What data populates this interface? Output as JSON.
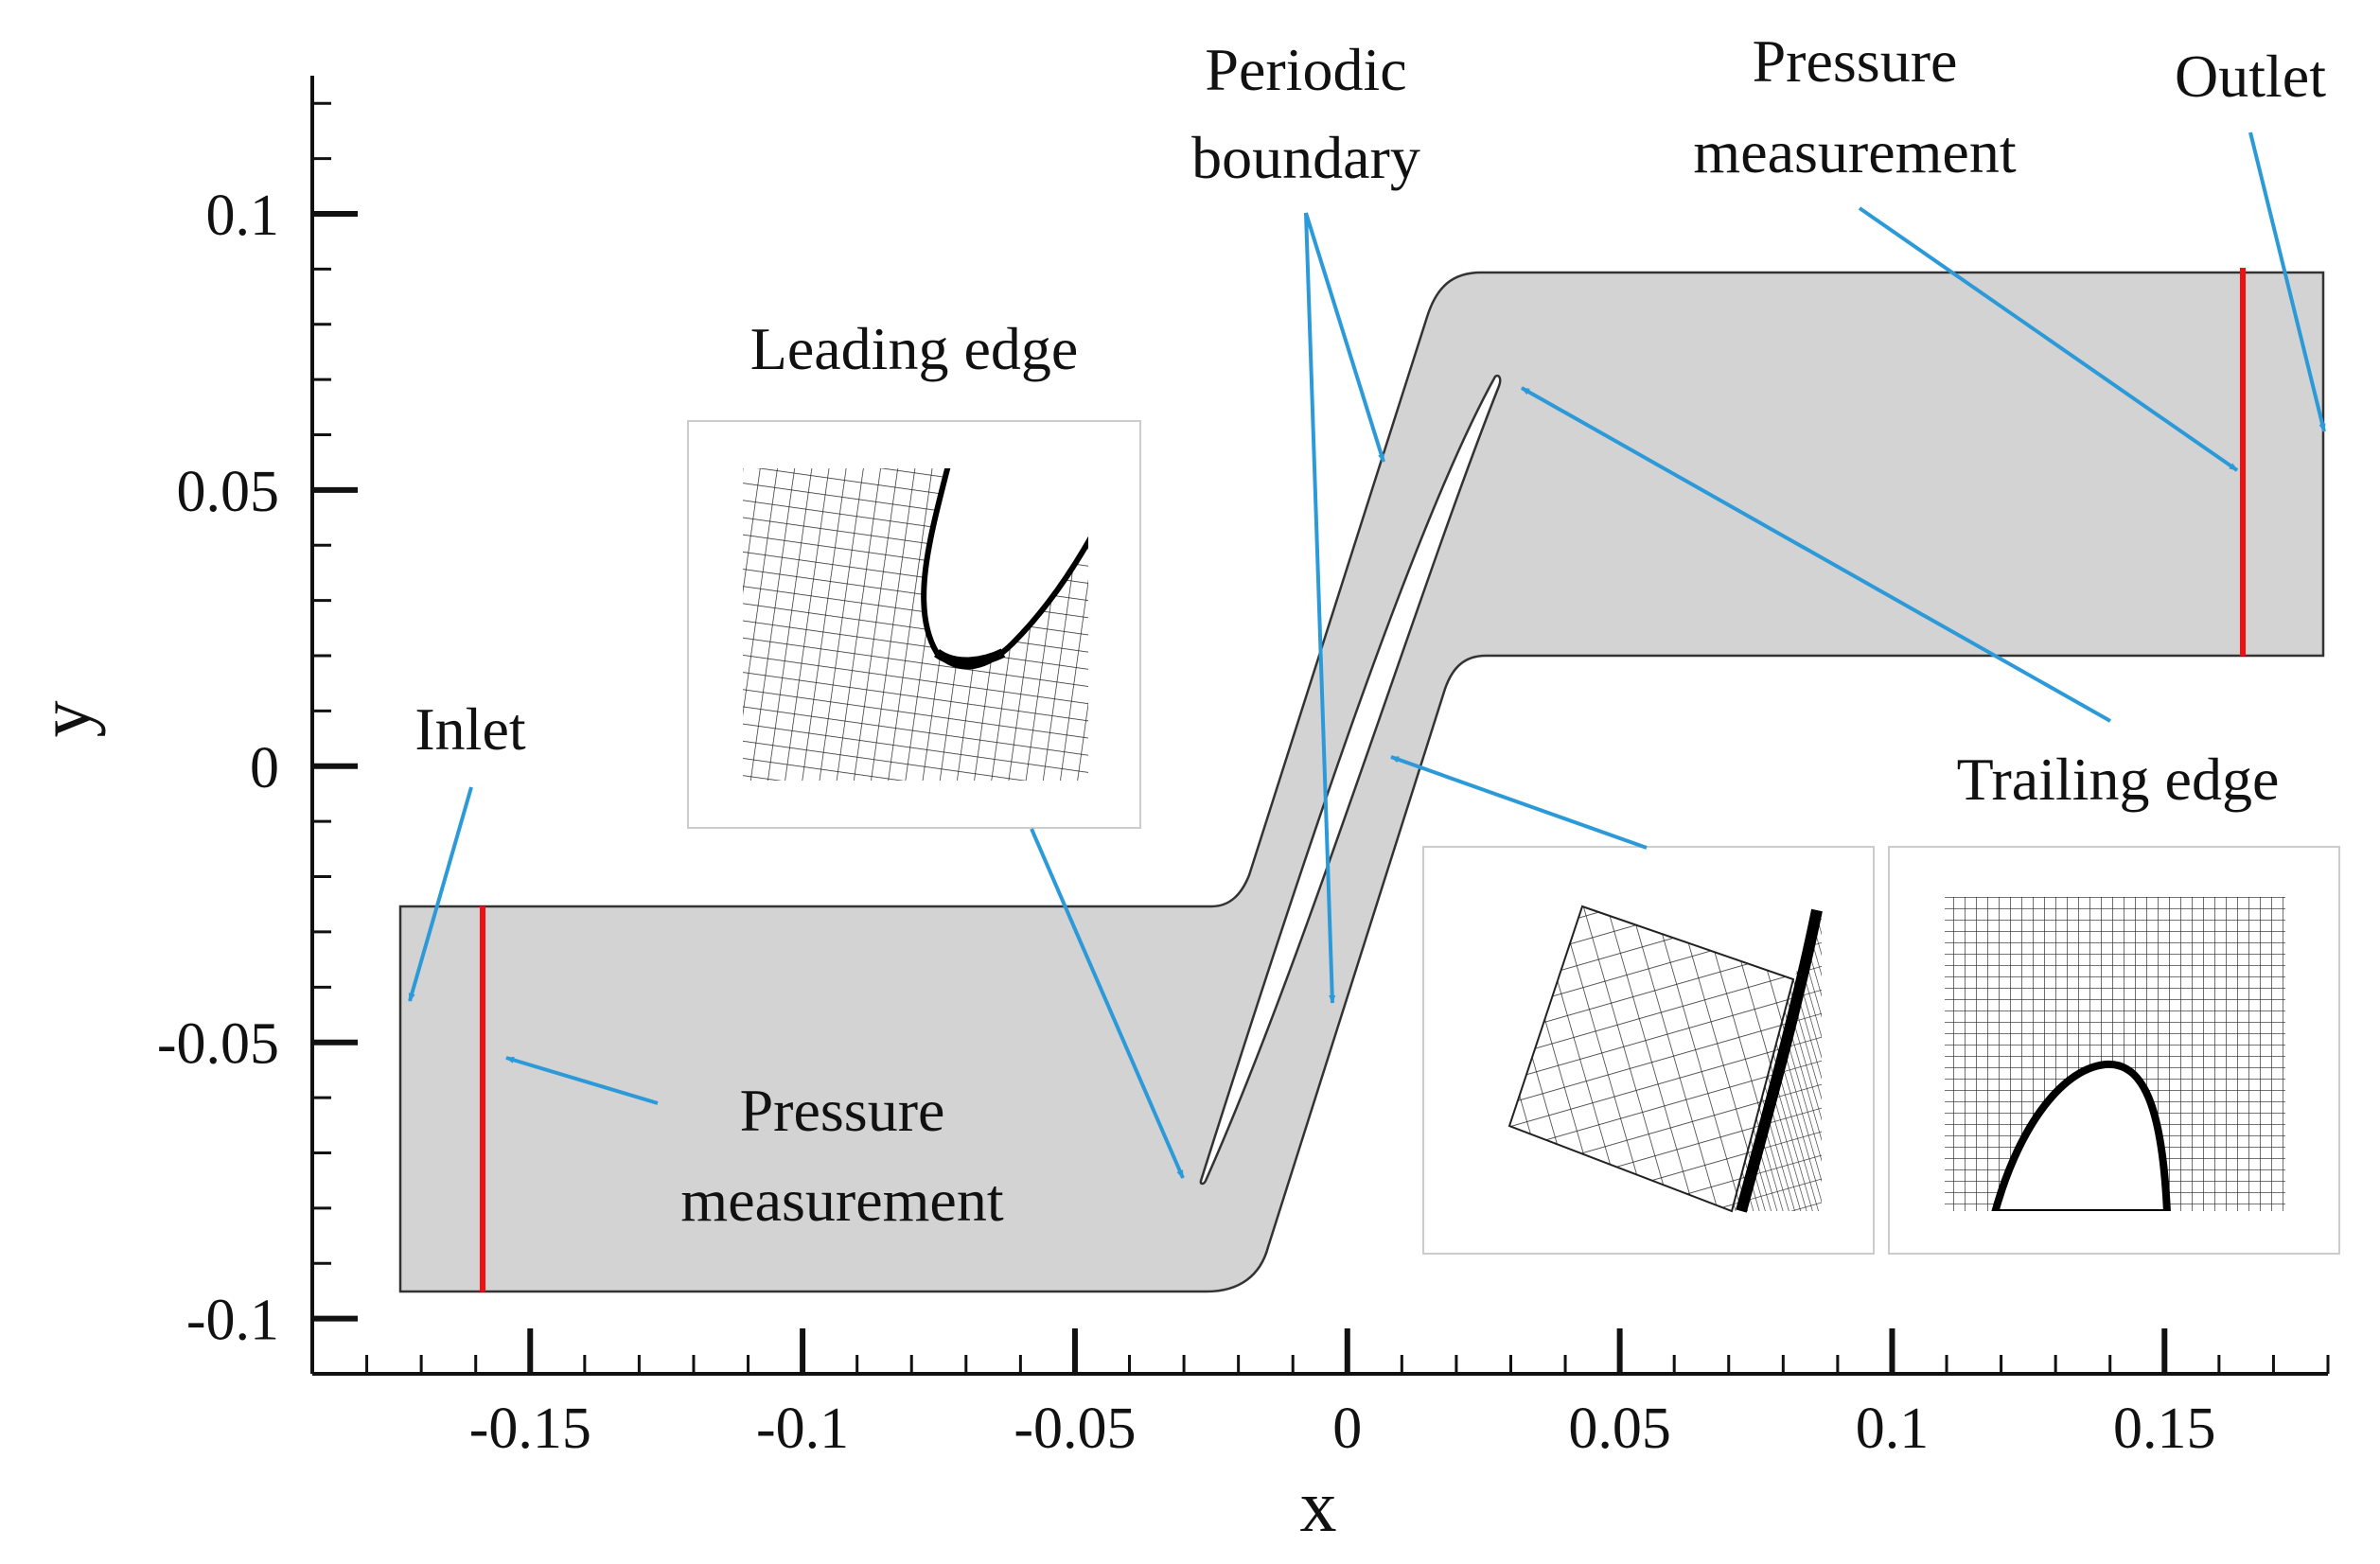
{
  "axes": {
    "x_title": "x",
    "y_title": "y",
    "x_ticks": [
      {
        "value": -0.15,
        "label": "-0.15"
      },
      {
        "value": -0.1,
        "label": "-0.1"
      },
      {
        "value": -0.05,
        "label": "-0.05"
      },
      {
        "value": 0,
        "label": "0"
      },
      {
        "value": 0.05,
        "label": "0.05"
      },
      {
        "value": 0.1,
        "label": "0.1"
      },
      {
        "value": 0.15,
        "label": "0.15"
      }
    ],
    "y_ticks": [
      {
        "value": 0.1,
        "label": "0.1"
      },
      {
        "value": 0.05,
        "label": "0.05"
      },
      {
        "value": 0,
        "label": "0"
      },
      {
        "value": -0.05,
        "label": "-0.05"
      },
      {
        "value": -0.1,
        "label": "-0.1"
      }
    ],
    "x_range": [
      -0.19,
      0.18
    ],
    "y_range": [
      -0.11,
      0.125
    ]
  },
  "labels": {
    "periodic_boundary_line1": "Periodic",
    "periodic_boundary_line2": "boundary",
    "pressure_measurement_top_line1": "Pressure",
    "pressure_measurement_top_line2": "measurement",
    "outlet": "Outlet",
    "leading_edge": "Leading edge",
    "inlet": "Inlet",
    "trailing_edge": "Trailing edge",
    "pressure_measurement_bottom_line1": "Pressure",
    "pressure_measurement_bottom_line2": "measurement"
  },
  "colors": {
    "domain_fill": "#d3d3d3",
    "measurement_line": "#ee1111",
    "arrow": "#2c9ad8",
    "mesh": "#111111"
  }
}
